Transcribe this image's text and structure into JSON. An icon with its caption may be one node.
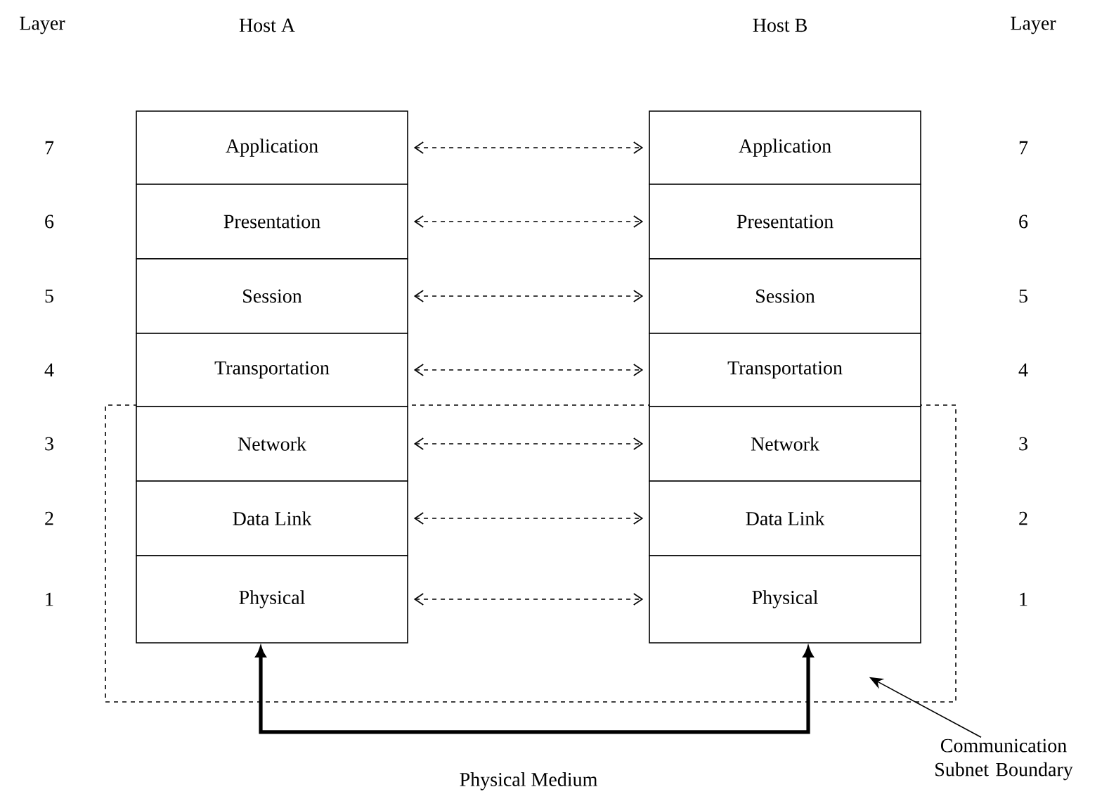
{
  "diagram": {
    "nodes": [
      {
        "text": [],
        "shape": "box"
      },
      {
        "text": [
          "Application"
        ]
      },
      {
        "text": [
          "Presentation"
        ]
      },
      {
        "text": [
          "Session"
        ]
      },
      {
        "text": [
          "Transportation"
        ]
      },
      {
        "text": [
          "Network"
        ],
        "in": 0
      },
      {
        "text": [
          "Data Link"
        ],
        "in": 0
      },
      {
        "text": [
          "Physical"
        ],
        "in": 0
      },
      {
        "text": [
          "Application"
        ]
      },
      {
        "text": [
          "Presentation"
        ]
      },
      {
        "text": [
          "Session"
        ]
      },
      {
        "text": [
          "Transportation"
        ]
      },
      {
        "text": [
          "Network"
        ],
        "in": 0
      },
      {
        "text": [
          "Data Link"
        ],
        "in": 0
      },
      {
        "text": [
          "Physical"
        ],
        "in": 0
      },
      {
        "text": [
          "Communication Subnet Boundary"
        ]
      }
    ],
    "edges": [
      {
        "from": 1,
        "to": 8,
        "arrow": "both",
        "style": "dashed"
      },
      {
        "from": 2,
        "to": 9,
        "arrow": "both",
        "style": "dashed"
      },
      {
        "from": 3,
        "to": 10,
        "arrow": "both",
        "style": "dashed"
      },
      {
        "from": 4,
        "to": 11,
        "arrow": "both",
        "style": "dashed"
      },
      {
        "from": 5,
        "to": 12,
        "arrow": "both",
        "style": "dashed"
      },
      {
        "from": 6,
        "to": 13,
        "arrow": "both",
        "style": "dashed"
      },
      {
        "from": 7,
        "to": 14,
        "arrow": "both",
        "style": "dashed"
      },
      {
        "from": 7,
        "to": 14,
        "arrow": "both",
        "style": "thick",
        "label": "Physical Medium"
      },
      {
        "from": 15,
        "to": 0,
        "arrow": "to"
      }
    ],
    "labels": [
      "Layer",
      "Host A",
      "Host B",
      "Layer",
      "7",
      "7",
      "6",
      "6",
      "5",
      "5",
      "4",
      "4",
      "3",
      "3",
      "2",
      "2",
      "1",
      "1"
    ]
  }
}
